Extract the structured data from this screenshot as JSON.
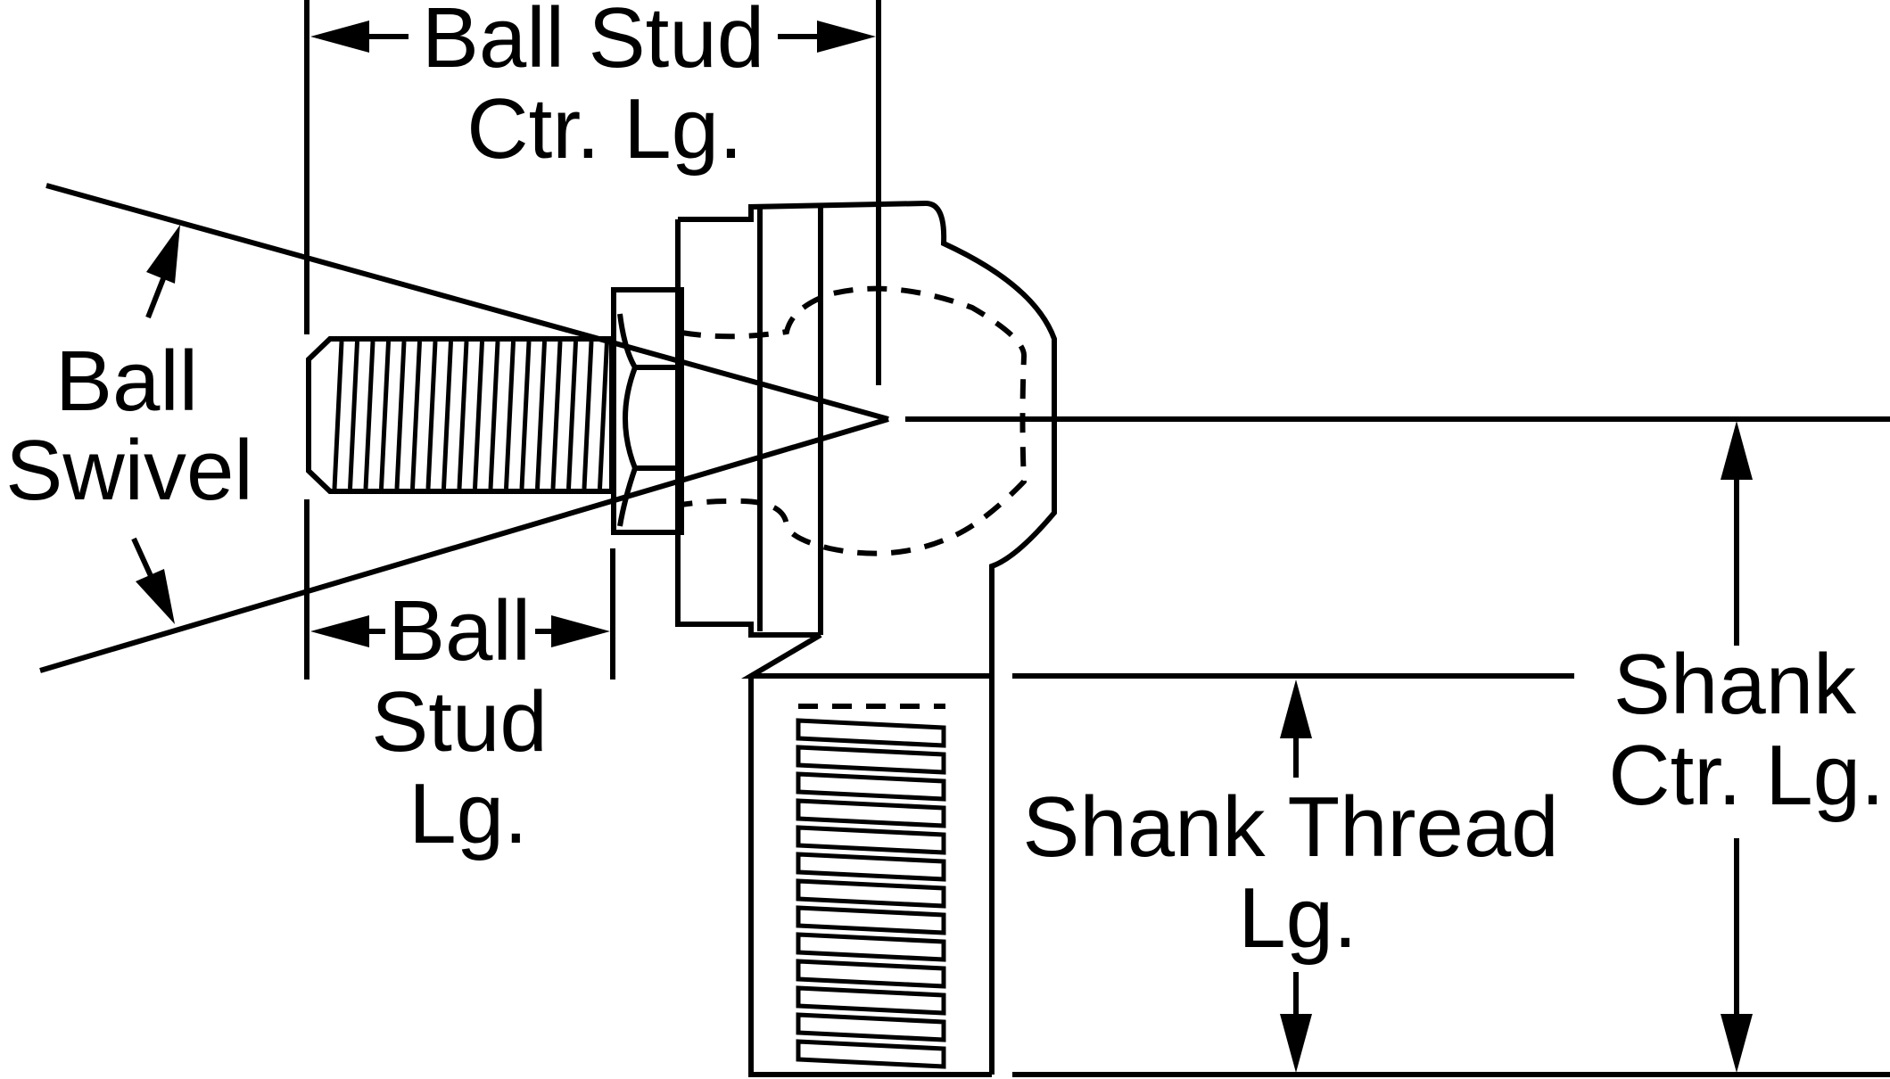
{
  "labels": {
    "ball_stud_ctr_lg": [
      "Ball Stud",
      "Ctr. Lg."
    ],
    "ball_swivel": [
      "Ball",
      "Swivel"
    ],
    "ball_stud_lg": [
      "Ball",
      "Stud",
      "Lg."
    ],
    "shank_ctr_lg": [
      "Shank",
      "Ctr. Lg."
    ],
    "shank_thread_lg": [
      "Shank Thread",
      "Lg."
    ]
  }
}
